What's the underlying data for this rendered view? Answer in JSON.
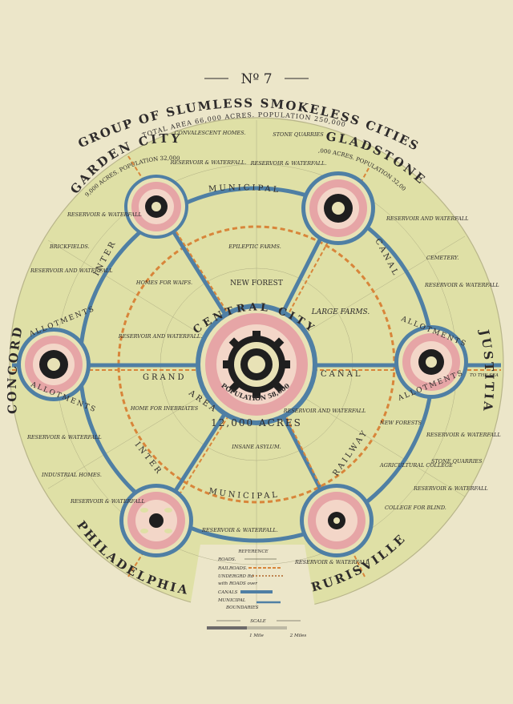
{
  "header": {
    "number": "Nº 7",
    "title": "GROUP OF SLUMLESS SMOKELESS CITIES",
    "area": "TOTAL AREA 66,000 ACRES.",
    "population": "POPULATION 250,000"
  },
  "cities": {
    "garden_city": "GARDEN CITY",
    "garden_acres": "9,000 ACRES.",
    "garden_pop": "POPULATION 32,000.",
    "gladstone": "GLADSTONE",
    "gladstone_acres": "9,000 ACRES.",
    "gladstone_pop": "POPULATION 32,000",
    "concord": "CONCORD",
    "justitia": "JUSTITIA",
    "philadelphia": "PHILADELPHIA",
    "rurisville": "RURISVILLE",
    "central_city": "CENTRAL CITY",
    "central_pop": "POPULATION 58,000",
    "central_acres": "12,000 ACRES"
  },
  "routes": {
    "municipal_top": "MUNICIPAL",
    "municipal_bottom": "MUNICIPAL",
    "inter_left": "INTER",
    "inter_bottom": "INTER",
    "canal_right": "CANAL",
    "railway": "RAILWAY",
    "grand": "GRAND",
    "canal_mid": "CANAL",
    "area": "AREA",
    "allotments_l1": "ALLOTMENTS",
    "allotments_l2": "ALLOTMENTS",
    "allotments_r1": "ALLOTMENTS",
    "allotments_r2": "ALLOTMENTS",
    "to_sea": "TO THE SEA"
  },
  "places": {
    "convalescent": "CONVALESCENT HOMES.",
    "stone_quarries_top": "STONE QUARRIES",
    "reservoir_gc": "RESERVOIR & WATERFALL.",
    "reservoir_gl": "RESERVOIR & WATERFALL.",
    "reservoir_left1": "RESERVOIR & WATERFALL",
    "reservoir_left2": "RESERVOIR AND WATERFALL",
    "brickfields": "BRICKFIELDS.",
    "epileptic": "EPILEPTIC FARMS.",
    "new_forest": "NEW FOREST",
    "homes_waifs": "HOMES FOR WAIFS.",
    "large_farms": "LARGE FARMS.",
    "reservoir_center": "RESERVOIR AND WATERFALL.",
    "reservoir_right1": "RESERVOIR AND WATERFALL",
    "cemetery": "CEMETERY.",
    "reservoir_right2": "RESERVOIR & WATERFALL",
    "home_inebriates": "HOME FOR INEBRIATES",
    "reservoir_inner": "RESERVOIR AND WATERFALL",
    "new_forests": "NEW FORESTS",
    "insane_asylum": "INSANE ASYLUM.",
    "reservoir_left3": "RESERVOIR & WATERFALL",
    "reservoir_right3": "RESERVOIR & WATERFALL",
    "stone_quarries_r": "STONE QUARRIES",
    "agricultural": "AGRICULTURAL COLLEGE",
    "industrial_homes": "INDUSTRIAL HOMES.",
    "reservoir_ph": "RESERVOIR & WATERFALL",
    "reservoir_ph2": "RESERVOIR & WATERFALL.",
    "reservoir_rv": "RESERVOIR & WATERFALL",
    "reservoir_rv2": "RESERVOIR & WATERFALL",
    "college_blind": "COLLEGE FOR BLIND."
  },
  "legend": {
    "title": "REFERENCE",
    "roads": "ROADS.",
    "railroads": "RAILROADS.",
    "underground": "UNDERGRD Rd",
    "underground2": "with ROADS over",
    "canals": "CANALS",
    "municipal": "MUNICIPAL",
    "boundaries": "BOUNDARIES",
    "scale": "SCALE",
    "one_mile": "1 Mile",
    "two_miles": "2 Miles"
  },
  "colors": {
    "paper": "#ece6c9",
    "land": "#dfe0a6",
    "canal_blue": "#4f7fa4",
    "rail_orange": "#d8853a",
    "pink": "#e6a5a6",
    "dark": "#1f1f1f"
  }
}
